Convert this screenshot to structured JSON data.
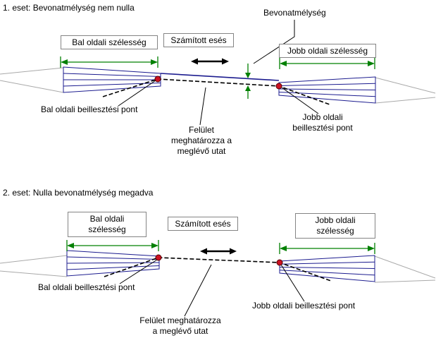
{
  "case1": {
    "title": "1. eset: Bevonatmélység nem nulla",
    "left_width_label": "Bal oldali szélesség",
    "computed_slope_label": "Számított esés",
    "overlay_depth_label": "Bevonatmélység",
    "right_width_label": "Jobb oldali szélesség",
    "left_insertion_label": "Bal oldali beillesztési pont",
    "surface_note": "Felület\nmeghatározza a\nmeglévő utat",
    "right_insertion_label": "Jobb oldali\nbeillesztési pont"
  },
  "case2": {
    "title": "2. eset: Nulla bevonatmélység megadva",
    "left_width_label": "Bal oldali\nszélesség",
    "computed_slope_label": "Számított esés",
    "right_width_label": "Jobb oldali\nszélesség",
    "left_insertion_label": "Bal oldali beillesztési pont",
    "right_insertion_label": "Jobb oldali beillesztési pont",
    "surface_note": "Felület meghatározza\na meglévő utat"
  },
  "colors": {
    "dimension_green": "#008000",
    "pavement_navy": "#1c1c8f",
    "insertion_red": "#cc1122",
    "ground_gray": "#a9a9a9",
    "box_border": "#848484"
  }
}
